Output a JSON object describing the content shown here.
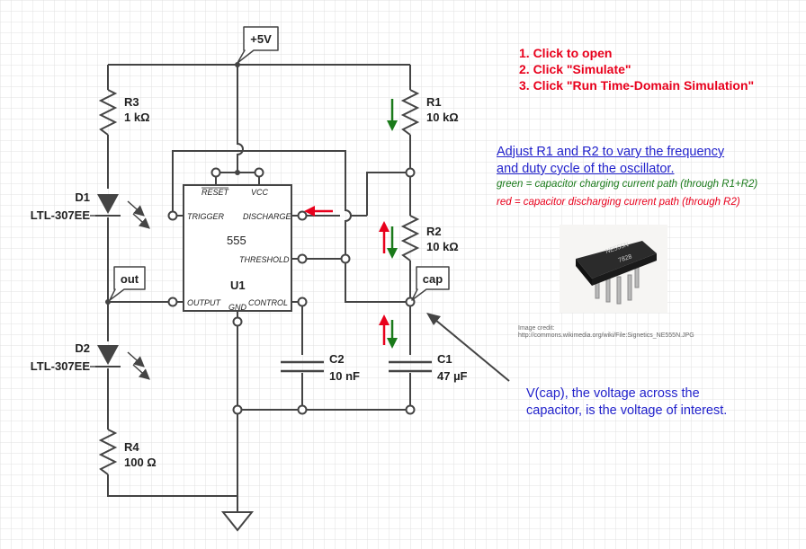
{
  "instructions": [
    "1. Click to open",
    "2. Click \"Simulate\"",
    "3. Click \"Run Time-Domain Simulation\""
  ],
  "notes": {
    "adjust_line1": "Adjust R1 and R2 to vary the frequency",
    "adjust_line2": "and duty cycle of the oscillator.",
    "green": "green = capacitor charging current path (through R1+R2)",
    "red": "red = capacitor discharging current path (through R2)",
    "credit_line1": "Image credit:",
    "credit_line2": "http://commons.wikimedia.org/wiki/File:Signetics_NE555N.JPG",
    "vcap_line1": "V(cap), the voltage across the",
    "vcap_line2": "capacitor, is the voltage of interest."
  },
  "chip_photo": {
    "marking1": "NE555N",
    "marking2": "7828"
  },
  "nets": {
    "supply": "+5V",
    "out": "out",
    "cap": "cap"
  },
  "components": {
    "r3": {
      "ref": "R3",
      "value": "1 kΩ"
    },
    "r1": {
      "ref": "R1",
      "value": "10 kΩ"
    },
    "r2": {
      "ref": "R2",
      "value": "10 kΩ"
    },
    "r4": {
      "ref": "R4",
      "value": "100 Ω"
    },
    "d1": {
      "ref": "D1",
      "part": "LTL-307EE"
    },
    "d2": {
      "ref": "D2",
      "part": "LTL-307EE"
    },
    "c1": {
      "ref": "C1",
      "value": "47 µF"
    },
    "c2": {
      "ref": "C2",
      "value": "10 nF"
    },
    "u1": {
      "ref": "U1",
      "name": "555",
      "pins": {
        "reset": "RESET",
        "vcc": "VCC",
        "trigger": "TRIGGER",
        "discharge": "DISCHARGE",
        "threshold": "THRESHOLD",
        "output": "OUTPUT",
        "control": "CONTROL",
        "gnd": "GND"
      }
    }
  },
  "colors": {
    "charging": "#1a7a1a",
    "discharging": "#e8001c",
    "link": "#2222cc",
    "wire": "#444444",
    "grid": "#e0e0e0"
  }
}
